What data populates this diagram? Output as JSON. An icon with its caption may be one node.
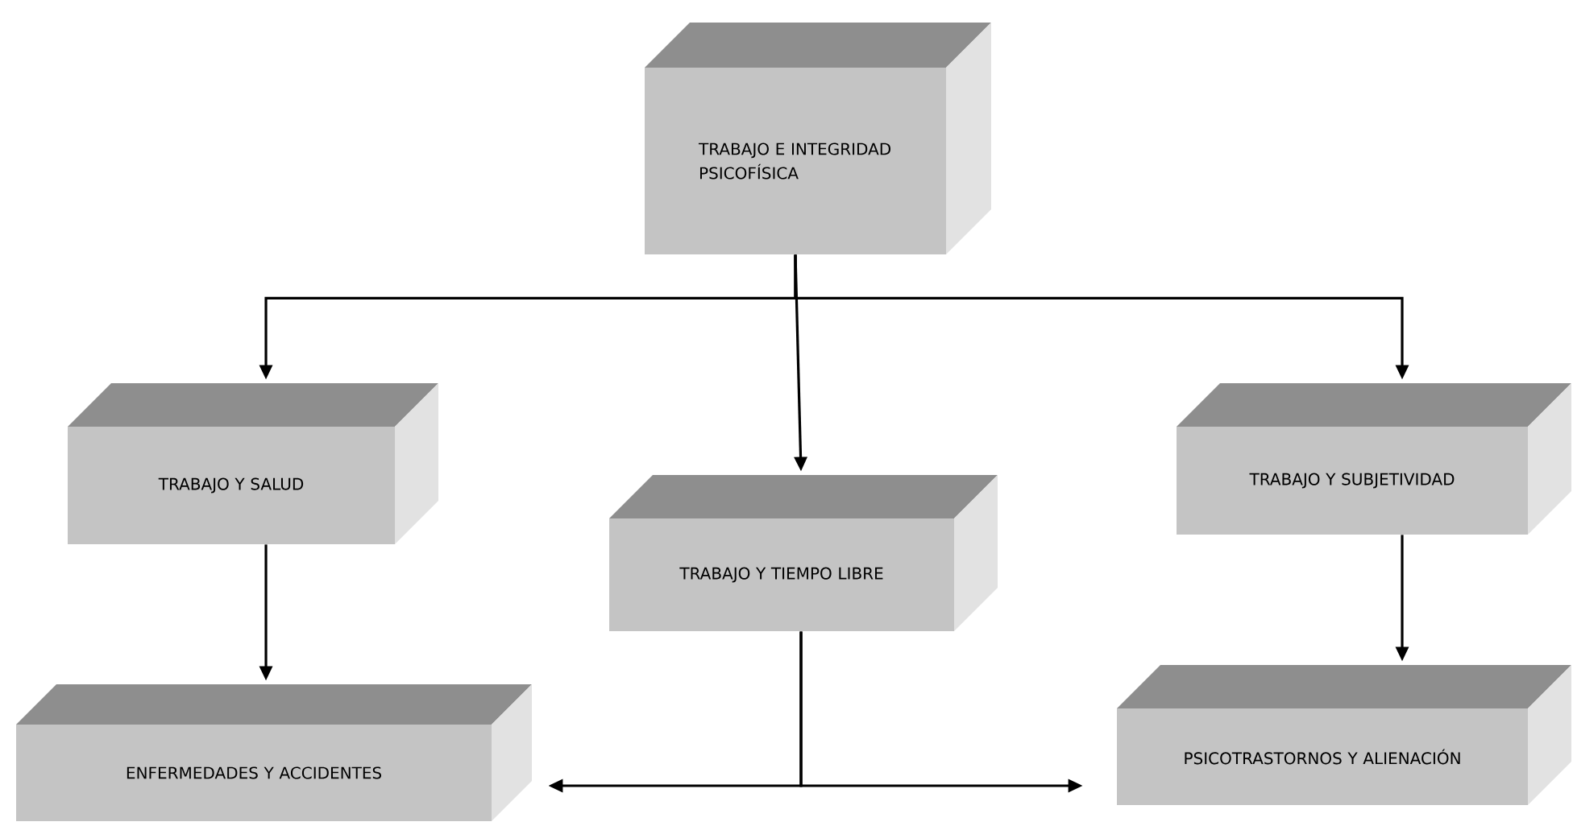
{
  "diagram": {
    "nodes": [
      {
        "text": [
          "TRABAJO E INTEGRIDAD PSICOFÍSICA"
        ]
      },
      {
        "text": [
          "TRABAJO Y SALUD"
        ]
      },
      {
        "text": [
          "TRABAJO Y TIEMPO LIBRE"
        ]
      },
      {
        "text": [
          "TRABAJO Y SUBJETIVIDAD"
        ]
      },
      {
        "text": [
          "ENFERMEDADES Y ACCIDENTES"
        ]
      },
      {
        "text": [
          "PSICOTRASTORNOS Y ALIENACIÓN"
        ]
      }
    ],
    "edges": [
      {
        "from": 0,
        "to": 1,
        "arrow": "to"
      },
      {
        "from": 0,
        "to": 2,
        "arrow": "to"
      },
      {
        "from": 0,
        "to": 3,
        "arrow": "to"
      },
      {
        "from": 1,
        "to": 4,
        "arrow": "to"
      },
      {
        "from": 3,
        "to": 5,
        "arrow": "to"
      },
      {
        "from": 2,
        "to": 4,
        "arrow": "to"
      },
      {
        "from": 2,
        "to": 5,
        "arrow": "to"
      }
    ]
  }
}
